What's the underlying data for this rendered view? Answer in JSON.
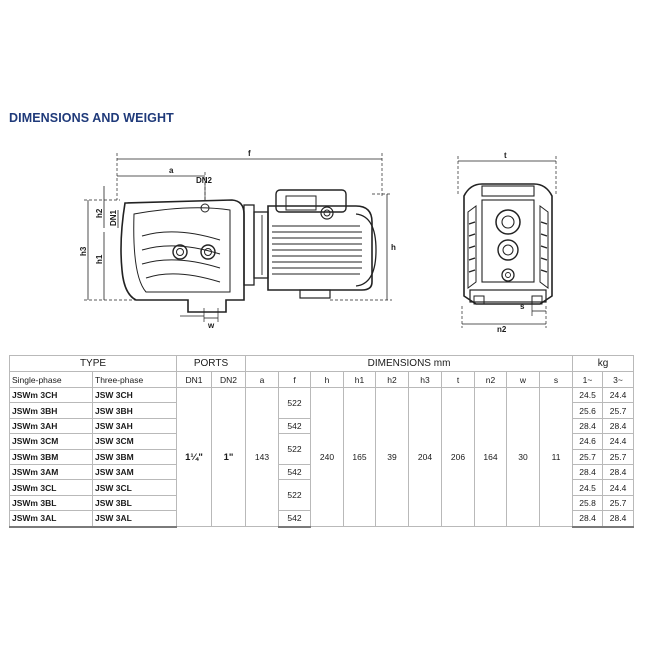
{
  "title": "DIMENSIONS AND WEIGHT",
  "drawing_labels": {
    "a": "a",
    "f": "f",
    "dn2": "DN2",
    "dn1": "DN1",
    "h2": "h2",
    "h1": "h1",
    "h3": "h3",
    "h": "h",
    "w": "w",
    "t": "t",
    "s": "s",
    "n2": "n2"
  },
  "table": {
    "group_headers": {
      "type": "TYPE",
      "ports": "PORTS",
      "dimensions": "DIMENSIONS mm",
      "kg": "kg"
    },
    "sub_headers": {
      "single": "Single-phase",
      "three": "Three-phase",
      "dn1": "DN1",
      "dn2": "DN2",
      "a": "a",
      "f": "f",
      "h": "h",
      "h1": "h1",
      "h2": "h2",
      "h3": "h3",
      "t": "t",
      "n2": "n2",
      "w": "w",
      "s": "s",
      "kg1": "1~",
      "kg3": "3~"
    },
    "rows": [
      {
        "single": "JSWm 3CH",
        "three": "JSW 3CH",
        "kg1": "24.5",
        "kg3": "24.4"
      },
      {
        "single": "JSWm 3BH",
        "three": "JSW 3BH",
        "kg1": "25.6",
        "kg3": "25.7"
      },
      {
        "single": "JSWm 3AH",
        "three": "JSW 3AH",
        "kg1": "28.4",
        "kg3": "28.4"
      },
      {
        "single": "JSWm 3CM",
        "three": "JSW 3CM",
        "kg1": "24.6",
        "kg3": "24.4"
      },
      {
        "single": "JSWm 3BM",
        "three": "JSW 3BM",
        "kg1": "25.7",
        "kg3": "25.7"
      },
      {
        "single": "JSWm 3AM",
        "three": "JSW 3AM",
        "kg1": "28.4",
        "kg3": "28.4"
      },
      {
        "single": "JSWm 3CL",
        "three": "JSW 3CL",
        "kg1": "24.5",
        "kg3": "24.4"
      },
      {
        "single": "JSWm 3BL",
        "three": "JSW 3BL",
        "kg1": "25.8",
        "kg3": "25.7"
      },
      {
        "single": "JSWm 3AL",
        "three": "JSW 3AL",
        "kg1": "28.4",
        "kg3": "28.4"
      }
    ],
    "f_values": [
      "522",
      "542",
      "522",
      "542",
      "522",
      "542"
    ],
    "common": {
      "dn1": "1¼\"",
      "dn2": "1\"",
      "a": "143",
      "h": "240",
      "h1": "165",
      "h2": "39",
      "h3": "204",
      "t": "206",
      "n2": "164",
      "w": "30",
      "s": "11"
    }
  }
}
